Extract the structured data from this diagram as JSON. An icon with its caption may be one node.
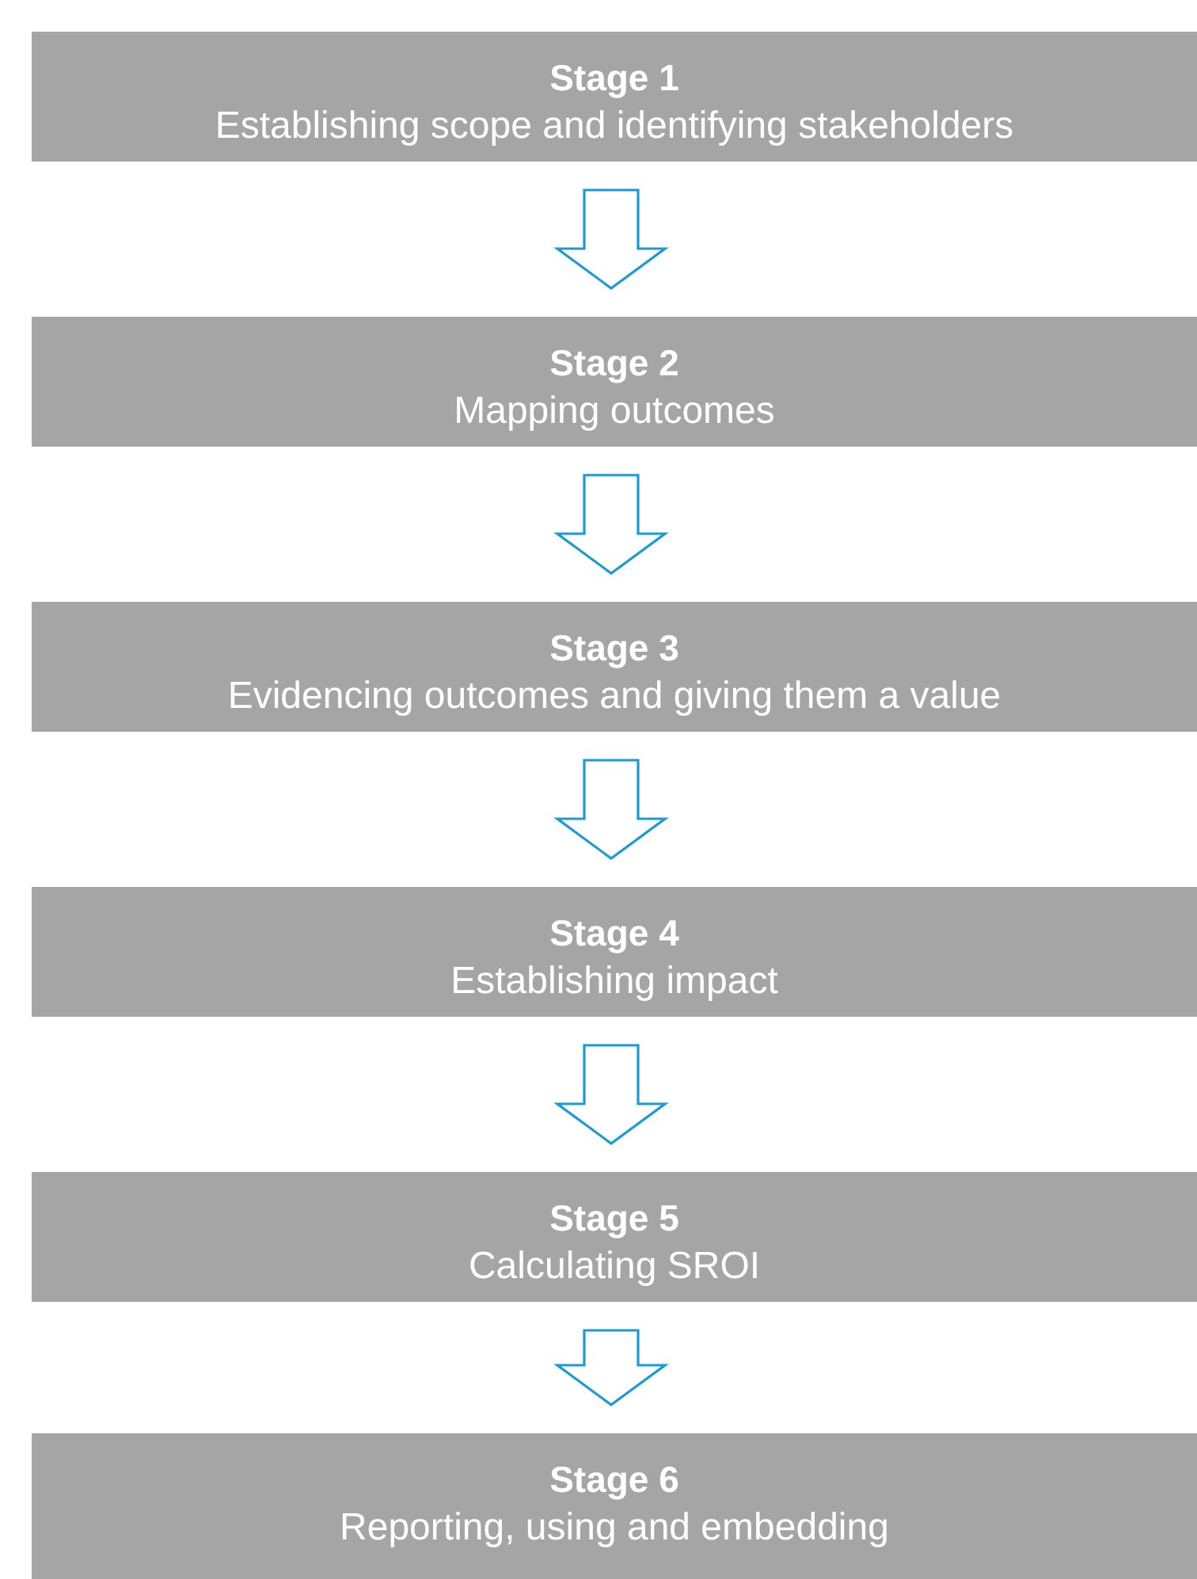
{
  "diagram": {
    "nodes": [
      {
        "text": [
          "Stage 1",
          "Establishing scope and identifying stakeholders"
        ]
      },
      {
        "text": [
          "Stage 2",
          "Mapping outcomes"
        ]
      },
      {
        "text": [
          "Stage 3",
          "Evidencing outcomes and giving them a value"
        ]
      },
      {
        "text": [
          "Stage 4",
          "Establishing impact"
        ]
      },
      {
        "text": [
          "Stage 5",
          "Calculating SROI"
        ]
      },
      {
        "text": [
          "Stage 6",
          "Reporting, using and embedding"
        ]
      }
    ],
    "edges": [
      {
        "from": 0,
        "to": 1,
        "arrow": "to"
      },
      {
        "from": 1,
        "to": 2,
        "arrow": "to"
      },
      {
        "from": 2,
        "to": 3,
        "arrow": "to"
      },
      {
        "from": 3,
        "to": 4,
        "arrow": "to"
      },
      {
        "from": 4,
        "to": 5,
        "arrow": "to"
      }
    ]
  }
}
